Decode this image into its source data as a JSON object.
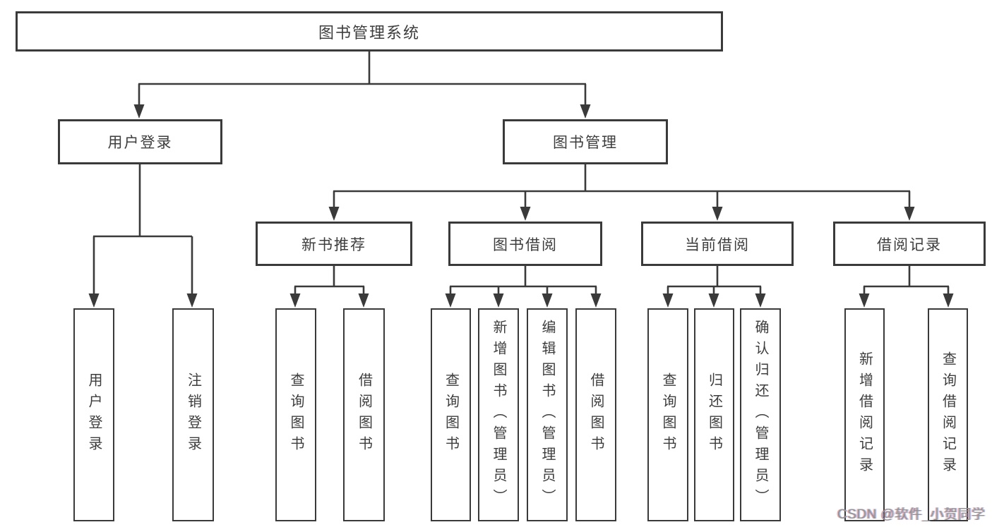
{
  "diagram": {
    "title": "图书管理系统",
    "level2": {
      "user": "用户登录",
      "mgmt": "图书管理"
    },
    "level3": {
      "rec": "新书推荐",
      "bor": "图书借阅",
      "cur": "当前借阅",
      "log": "借阅记录"
    },
    "leaves": {
      "user_login": "用户登录",
      "logout": "注销登录",
      "rec_query": "查询图书",
      "rec_borrow": "借阅图书",
      "bor_query": "查询图书",
      "bor_add": "新增图书（管理员）",
      "bor_edit": "编辑图书（管理员）",
      "bor_borrow": "借阅图书",
      "cur_query": "查询图书",
      "cur_return": "归还图书",
      "cur_confirm": "确认归还（管理员）",
      "log_add": "新增借阅记录",
      "log_query": "查询借阅记录"
    }
  },
  "watermark": "CSDN @软件_小贺同学",
  "colors": {
    "line": "#3a3a3a",
    "text": "#3d3d3d",
    "watermark": "#949494",
    "background": "#ffffff"
  }
}
